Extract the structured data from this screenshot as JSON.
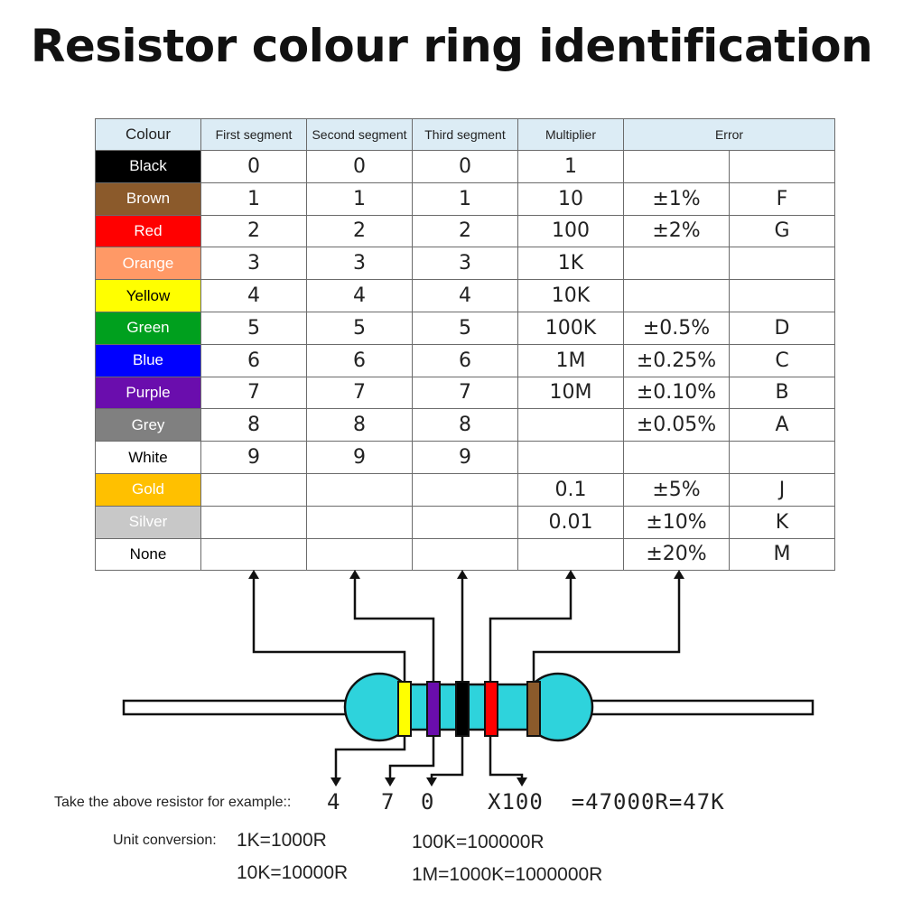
{
  "title": "Resistor colour ring identification",
  "table": {
    "headers": {
      "colour": "Colour",
      "first": "First segment",
      "second": "Second segment",
      "third": "Third segment",
      "multiplier": "Multiplier",
      "error": "Error"
    },
    "rows": [
      {
        "colour": "Black",
        "bg": "#000000",
        "fg": "#ffffff",
        "first": "0",
        "second": "0",
        "third": "0",
        "multiplier": "1",
        "tolerance": "",
        "code": ""
      },
      {
        "colour": "Brown",
        "bg": "#8b5a2b",
        "fg": "#ffffff",
        "first": "1",
        "second": "1",
        "third": "1",
        "multiplier": "10",
        "tolerance": "±1%",
        "code": "F"
      },
      {
        "colour": "Red",
        "bg": "#ff0000",
        "fg": "#ffffff",
        "first": "2",
        "second": "2",
        "third": "2",
        "multiplier": "100",
        "tolerance": "±2%",
        "code": "G"
      },
      {
        "colour": "Orange",
        "bg": "#ff9966",
        "fg": "#ffffff",
        "first": "3",
        "second": "3",
        "third": "3",
        "multiplier": "1K",
        "tolerance": "",
        "code": ""
      },
      {
        "colour": "Yellow",
        "bg": "#ffff00",
        "fg": "#000000",
        "first": "4",
        "second": "4",
        "third": "4",
        "multiplier": "10K",
        "tolerance": "",
        "code": ""
      },
      {
        "colour": "Green",
        "bg": "#00a01e",
        "fg": "#ffffff",
        "first": "5",
        "second": "5",
        "third": "5",
        "multiplier": "100K",
        "tolerance": "±0.5%",
        "code": "D"
      },
      {
        "colour": "Blue",
        "bg": "#0000ff",
        "fg": "#ffffff",
        "first": "6",
        "second": "6",
        "third": "6",
        "multiplier": "1M",
        "tolerance": "±0.25%",
        "code": "C"
      },
      {
        "colour": "Purple",
        "bg": "#6a0dad",
        "fg": "#ffffff",
        "first": "7",
        "second": "7",
        "third": "7",
        "multiplier": "10M",
        "tolerance": "±0.10%",
        "code": "B"
      },
      {
        "colour": "Grey",
        "bg": "#808080",
        "fg": "#ffffff",
        "first": "8",
        "second": "8",
        "third": "8",
        "multiplier": "",
        "tolerance": "±0.05%",
        "code": "A"
      },
      {
        "colour": "White",
        "bg": "#ffffff",
        "fg": "#000000",
        "first": "9",
        "second": "9",
        "third": "9",
        "multiplier": "",
        "tolerance": "",
        "code": ""
      },
      {
        "colour": "Gold",
        "bg": "#ffc000",
        "fg": "#ffffff",
        "first": "",
        "second": "",
        "third": "",
        "multiplier": "0.1",
        "tolerance": "±5%",
        "code": "J"
      },
      {
        "colour": "Silver",
        "bg": "#c8c8c8",
        "fg": "#ffffff",
        "first": "",
        "second": "",
        "third": "",
        "multiplier": "0.01",
        "tolerance": "±10%",
        "code": "K"
      },
      {
        "colour": "None",
        "bg": "#ffffff",
        "fg": "#000000",
        "first": "",
        "second": "",
        "third": "",
        "multiplier": "",
        "tolerance": "±20%",
        "code": "M"
      }
    ]
  },
  "resistor": {
    "body_color": "#2ed3dc",
    "bands": [
      "Yellow",
      "Purple",
      "Black",
      "Red",
      "Brown"
    ],
    "band_colors": [
      "#ffff00",
      "#6a0dad",
      "#000000",
      "#ff0000",
      "#8b5a2b"
    ]
  },
  "example": {
    "label": "Take the above resistor for example::",
    "digit1": "4",
    "digit2": "7",
    "digit3": "0",
    "result": "X100  =47000R=47K"
  },
  "units": {
    "label": "Unit conversion:",
    "c1": "1K=1000R",
    "c2": "100K=100000R",
    "c3": "10K=10000R",
    "c4": "1M=1000K=1000000R"
  }
}
